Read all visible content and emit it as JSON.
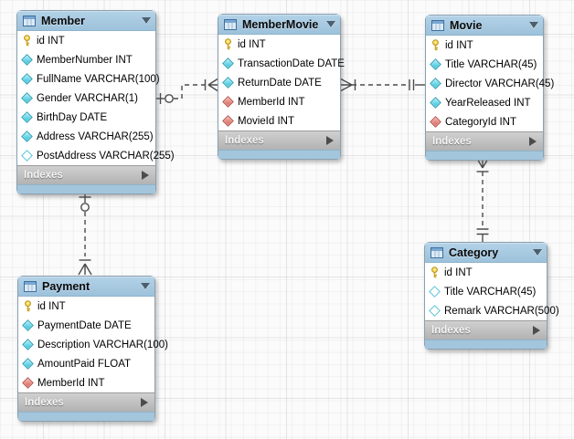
{
  "diagram": {
    "kind": "EER diagram (crow's foot notation)",
    "tables": {
      "member": {
        "title": "Member",
        "footer_label": "Indexes",
        "columns": [
          {
            "label": "id INT",
            "icon": "primary-key-icon"
          },
          {
            "label": "MemberNumber INT",
            "icon": "column-notnull-icon"
          },
          {
            "label": "FullName VARCHAR(100)",
            "icon": "column-notnull-icon"
          },
          {
            "label": "Gender VARCHAR(1)",
            "icon": "column-notnull-icon"
          },
          {
            "label": "BirthDay DATE",
            "icon": "column-notnull-icon"
          },
          {
            "label": "Address VARCHAR(255)",
            "icon": "column-notnull-icon"
          },
          {
            "label": "PostAddress VARCHAR(255)",
            "icon": "column-nullable-icon"
          }
        ]
      },
      "membermovie": {
        "title": "MemberMovie",
        "footer_label": "Indexes",
        "columns": [
          {
            "label": "id INT",
            "icon": "primary-key-icon"
          },
          {
            "label": "TransactionDate DATE",
            "icon": "column-notnull-icon"
          },
          {
            "label": "ReturnDate DATE",
            "icon": "column-notnull-icon"
          },
          {
            "label": "MemberId INT",
            "icon": "foreign-key-icon"
          },
          {
            "label": "MovieId INT",
            "icon": "foreign-key-icon"
          }
        ]
      },
      "movie": {
        "title": "Movie",
        "footer_label": "Indexes",
        "columns": [
          {
            "label": "id INT",
            "icon": "primary-key-icon"
          },
          {
            "label": "Title VARCHAR(45)",
            "icon": "column-notnull-icon"
          },
          {
            "label": "Director VARCHAR(45)",
            "icon": "column-notnull-icon"
          },
          {
            "label": "YearReleased INT",
            "icon": "column-notnull-icon"
          },
          {
            "label": "CategoryId INT",
            "icon": "foreign-key-icon"
          }
        ]
      },
      "category": {
        "title": "Category",
        "footer_label": "Indexes",
        "columns": [
          {
            "label": "id INT",
            "icon": "primary-key-icon"
          },
          {
            "label": "Title VARCHAR(45)",
            "icon": "column-nullable-icon"
          },
          {
            "label": "Remark VARCHAR(500)",
            "icon": "column-nullable-icon"
          }
        ]
      },
      "payment": {
        "title": "Payment",
        "footer_label": "Indexes",
        "columns": [
          {
            "label": "id INT",
            "icon": "primary-key-icon"
          },
          {
            "label": "PaymentDate DATE",
            "icon": "column-notnull-icon"
          },
          {
            "label": "Description VARCHAR(100)",
            "icon": "column-notnull-icon"
          },
          {
            "label": "AmountPaid FLOAT",
            "icon": "column-notnull-icon"
          },
          {
            "label": "MemberId INT",
            "icon": "foreign-key-icon"
          }
        ]
      }
    },
    "relationships": [
      {
        "from": "Member",
        "to": "MemberMovie",
        "from_cardinality": "one-optional (bar + ring)",
        "to_cardinality": "many-mandatory (bar + crow's foot)",
        "line_style": "dashed"
      },
      {
        "from": "Movie",
        "to": "MemberMovie",
        "from_cardinality": "one-mandatory (double bar)",
        "to_cardinality": "many-mandatory (bar + crow's foot)",
        "line_style": "dashed"
      },
      {
        "from": "Category",
        "to": "Movie",
        "from_cardinality": "one-mandatory (double bar)",
        "to_cardinality": "many-mandatory (bar + crow's foot)",
        "line_style": "dashed"
      },
      {
        "from": "Member",
        "to": "Payment",
        "from_cardinality": "one-optional (bar + ring)",
        "to_cardinality": "many-mandatory (bar + crow's foot)",
        "line_style": "dashed"
      }
    ],
    "colors": {
      "header_blue": "#a6c9e0",
      "footer_blue": "#a3c6dd",
      "indexes_gray": "#bdbdbd",
      "connector_gray": "#4c4c4c",
      "primary_key_yellow": "#f0c832",
      "attribute_cyan": "#62d2e4",
      "foreign_key_red": "#e07a72",
      "canvas_bg": "#fbfbfb"
    }
  }
}
